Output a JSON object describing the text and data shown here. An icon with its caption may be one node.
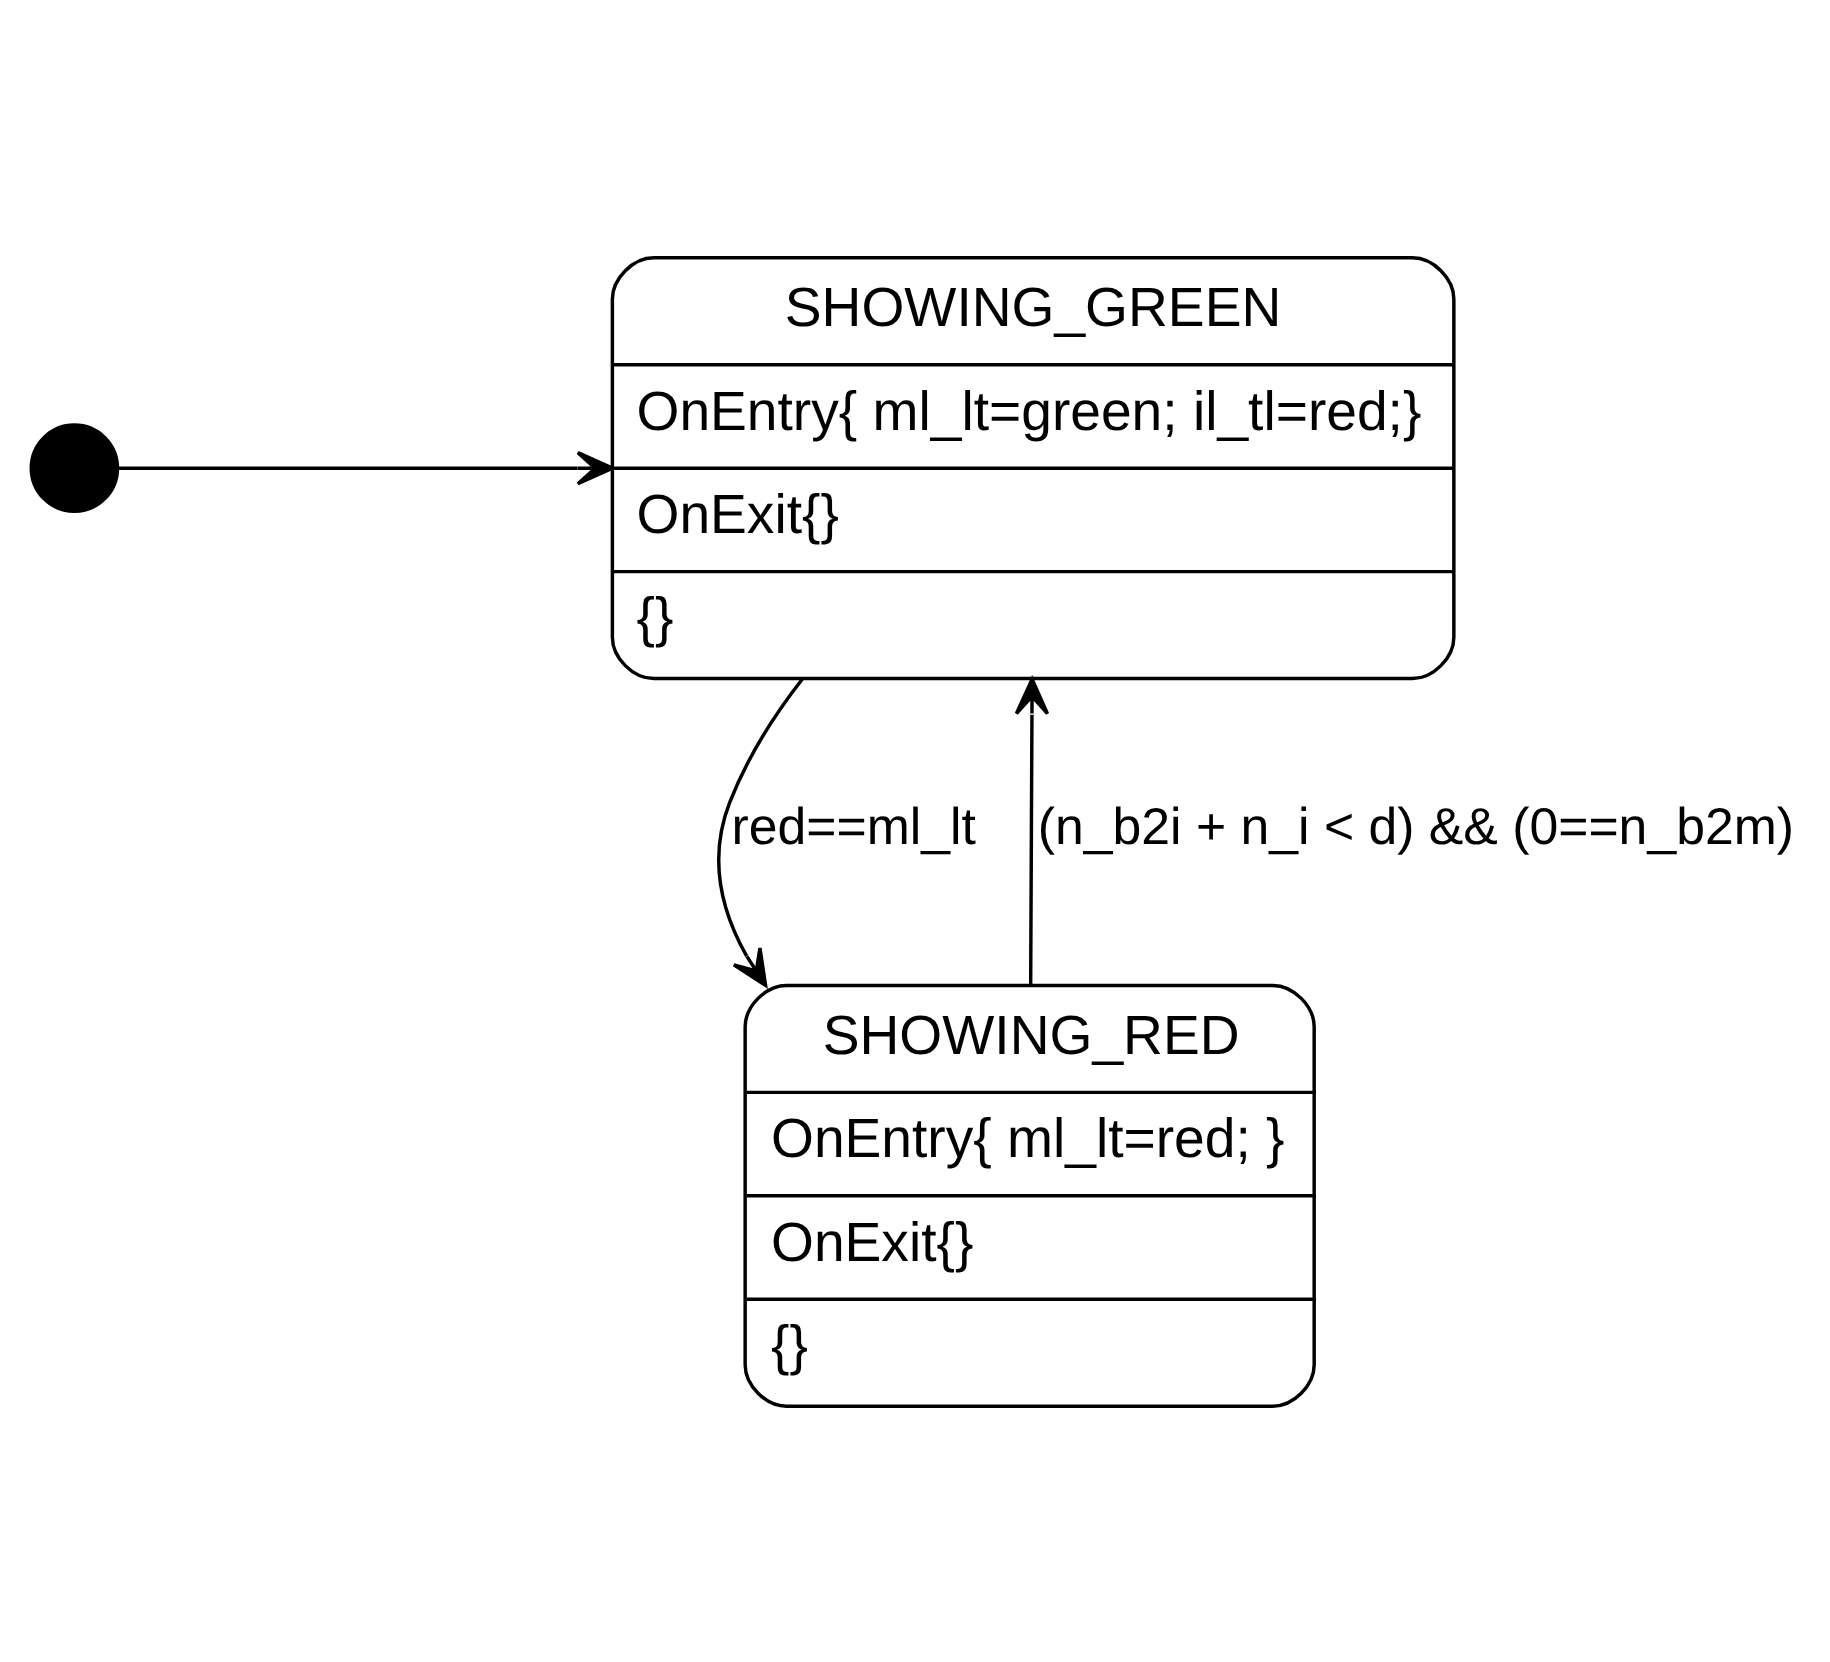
{
  "diagram": {
    "nodes": [
      {
        "text": [
          "SHOWING_GREEN",
          "OnEntry{ ml_lt=green; il_tl=red;}",
          "OnExit{}",
          "{}"
        ]
      },
      {
        "text": [
          "SHOWING_RED",
          "OnEntry{ ml_lt=red; }",
          "OnExit{}",
          "{}"
        ]
      },
      {
        "text": [],
        "shape": "circle"
      }
    ],
    "edges": [
      {
        "from": 2,
        "to": 0,
        "arrow": "to"
      },
      {
        "from": 0,
        "to": 1,
        "arrow": "to",
        "label": "red==ml_lt"
      },
      {
        "from": 1,
        "to": 0,
        "arrow": "to",
        "label": "(n_b2i + n_i < d) && (0==n_b2m)"
      }
    ]
  }
}
